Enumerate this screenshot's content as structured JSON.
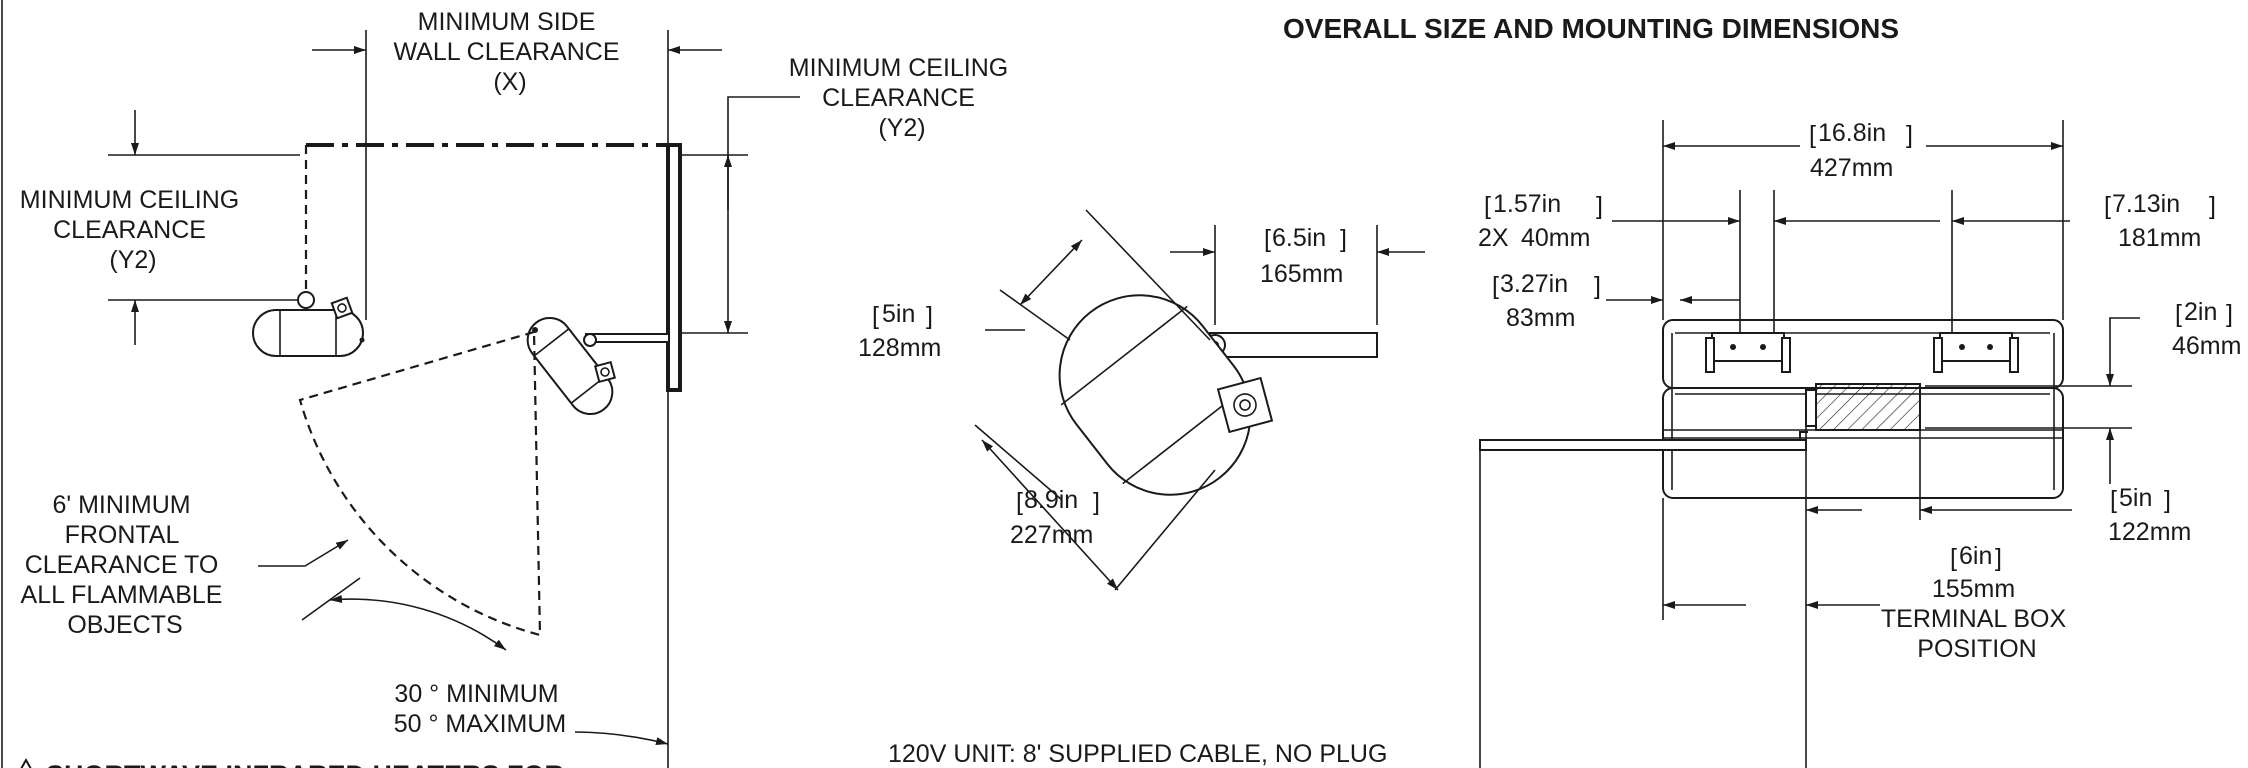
{
  "title": "OVERALL SIZE AND MOUNTING DIMENSIONS",
  "left_view": {
    "side_wall_clearance": [
      "MINIMUM SIDE",
      "WALL CLEARANCE",
      "(X)"
    ],
    "ceiling_clearance_right": [
      "MINIMUM CEILING",
      "CLEARANCE",
      "(Y2)"
    ],
    "ceiling_clearance_left": [
      "MINIMUM CEILING",
      "CLEARANCE",
      "(Y2)"
    ],
    "frontal_clearance": [
      "6' MINIMUM",
      "FRONTAL",
      "CLEARANCE TO",
      "ALL FLAMMABLE",
      "OBJECTS"
    ],
    "angle": [
      "30 ° MINIMUM",
      "50 ° MAXIMUM"
    ],
    "footnote": "SHORTWAVE INFRARED HEATERS FOR"
  },
  "middle_view": {
    "width": {
      "in": "6.5in",
      "mm": "165mm"
    },
    "depth": {
      "in": "5in",
      "mm": "128mm"
    },
    "diameter": {
      "in": "8.9in",
      "mm": "227mm"
    },
    "note": "120V UNIT: 8' SUPPLIED CABLE, NO PLUG"
  },
  "right_view": {
    "overall_length": {
      "in": "16.8in",
      "mm": "427mm"
    },
    "bracket_offset": {
      "prefix": "2X",
      "in": "1.57in",
      "mm": "40mm"
    },
    "bracket_spacing": {
      "in": "7.13in",
      "mm": "181mm"
    },
    "bracket_edge": {
      "in": "3.27in",
      "mm": "83mm"
    },
    "box_height": {
      "in": "2in",
      "mm": "46mm"
    },
    "box_width": {
      "in": "5in",
      "mm": "122mm"
    },
    "terminal_position": {
      "in": "6in",
      "mm": "155mm",
      "label": [
        "TERMINAL BOX",
        "POSITION"
      ]
    }
  }
}
